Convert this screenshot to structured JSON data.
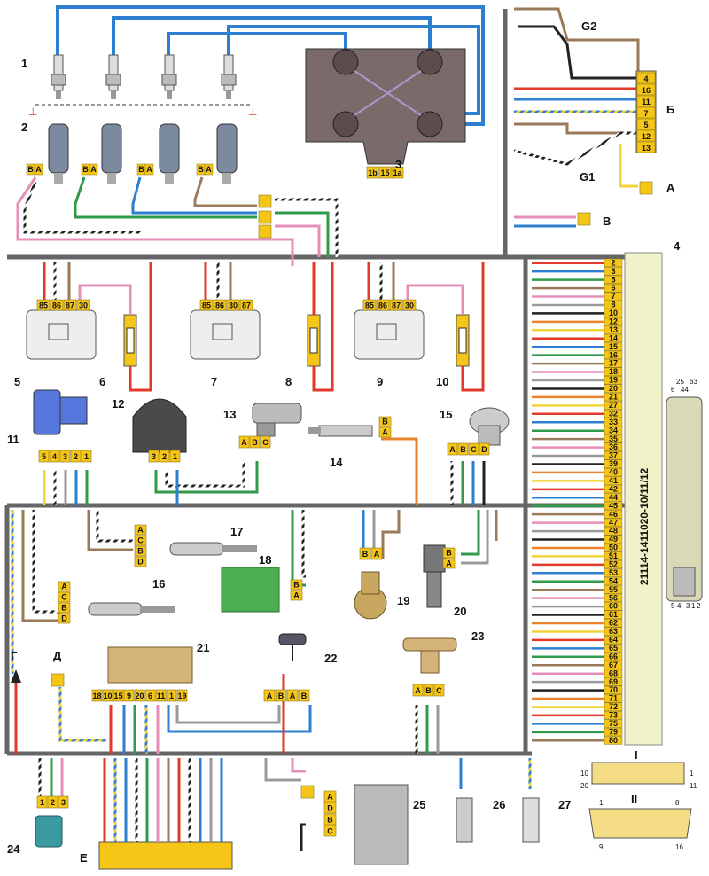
{
  "components": {
    "c1": "1",
    "c2": "2",
    "c3": "3",
    "c4": "4",
    "c5": "5",
    "c6": "6",
    "c7": "7",
    "c8": "8",
    "c9": "9",
    "c10": "10",
    "c11": "11",
    "c12": "12",
    "c13": "13",
    "c14": "14",
    "c15": "15",
    "c16": "16",
    "c17": "17",
    "c18": "18",
    "c19": "19",
    "c20": "20",
    "c21": "21",
    "c22": "22",
    "c23": "23",
    "c24": "24",
    "c25": "25",
    "c26": "26",
    "c27": "27"
  },
  "letters": {
    "g1": "G1",
    "g2": "G2",
    "A": "А",
    "B": "Б",
    "V": "В",
    "G": "Г",
    "D": "Д",
    "E": "Е",
    "I": "I",
    "II": "II"
  },
  "ecu_code": "21114-1411020-10/11/12",
  "ecu_pins": [
    "2",
    "3",
    "5",
    "6",
    "7",
    "8",
    "10",
    "12",
    "13",
    "14",
    "15",
    "16",
    "17",
    "18",
    "19",
    "20",
    "21",
    "27",
    "32",
    "33",
    "34",
    "35",
    "36",
    "37",
    "39",
    "40",
    "41",
    "42",
    "44",
    "45",
    "46",
    "47",
    "48",
    "49",
    "50",
    "51",
    "52",
    "53",
    "54",
    "55",
    "56",
    "60",
    "61",
    "62",
    "63",
    "64",
    "65",
    "66",
    "67",
    "68",
    "69",
    "70",
    "71",
    "72",
    "73",
    "75",
    "79",
    "80"
  ],
  "block_b_pins": [
    "4",
    "16",
    "11",
    "7",
    "5",
    "12",
    "13"
  ],
  "relay_pins": [
    "85",
    "86",
    "87",
    "30"
  ],
  "relay7_pins": [
    "85",
    "86",
    "30",
    "87"
  ],
  "coil_pins": [
    "1b",
    "15",
    "1a"
  ],
  "conn11_pins": [
    "5",
    "4",
    "3",
    "2",
    "1"
  ],
  "conn12_pins": [
    "3",
    "2",
    "1"
  ],
  "conn13_pins": [
    "A",
    "B",
    "C"
  ],
  "conn14_pins": [
    "B",
    "A"
  ],
  "conn15_pins": [
    "A",
    "B",
    "C",
    "D"
  ],
  "conn17_pins": [
    "A",
    "C",
    "B",
    "D"
  ],
  "conn16_pins": [
    "A",
    "C",
    "B",
    "D"
  ],
  "conn18_pins": [
    "B",
    "A"
  ],
  "conn19_pins": [
    "B",
    "A"
  ],
  "conn20_pins": [
    "B",
    "A"
  ],
  "conn21_pins": [
    "18",
    "10",
    "15",
    "9",
    "20",
    "6",
    "11",
    "1",
    "19"
  ],
  "conn22_pins": [
    "A",
    "B",
    "A",
    "B"
  ],
  "conn23_pins": [
    "A",
    "B",
    "C"
  ],
  "conn24_pins": [
    "1",
    "2",
    "3"
  ],
  "conn25_pins": [
    "A",
    "D",
    "B",
    "C"
  ],
  "inj_pins": [
    "B",
    "A"
  ],
  "ecu_conn_labels": {
    "t25": "25",
    "t44": "44",
    "t63": "63",
    "t6": "6",
    "b5": "5",
    "b4": "4",
    "b3": "3",
    "b1": "1",
    "b2": "2"
  },
  "conn_i_labels": {
    "tl": "10",
    "tr": "1",
    "bl": "20",
    "br": "11"
  },
  "conn_ii_labels": {
    "tl": "1",
    "tr": "8",
    "bl": "9",
    "br": "16"
  },
  "colors": {
    "blue": "#2e7fd0",
    "red": "#e23a2a",
    "green": "#2f9a4a",
    "yellow": "#f2d43a",
    "brown": "#9b7a5a",
    "grey": "#9a9a9a",
    "pink": "#e58fb8",
    "orange": "#e9822a",
    "black": "#222222",
    "connector": "#f5c518"
  }
}
